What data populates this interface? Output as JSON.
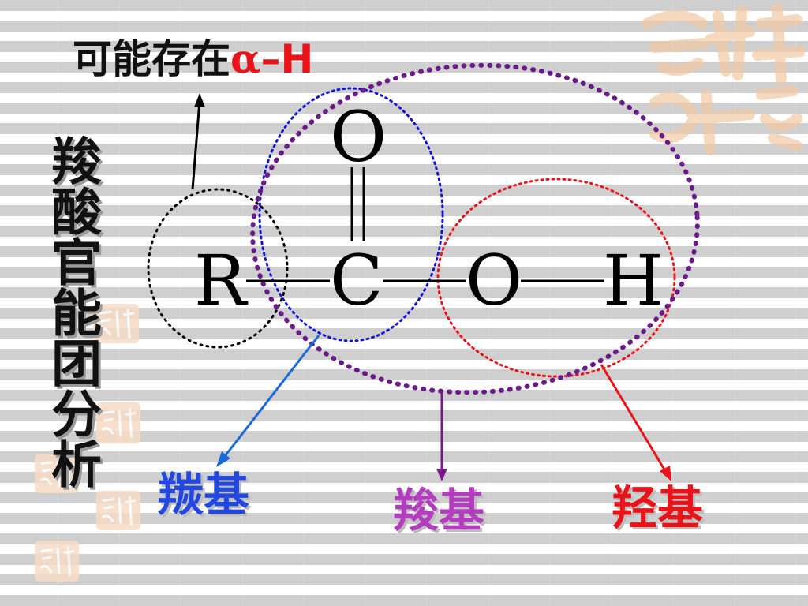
{
  "header": {
    "prefix": "可能存在",
    "alpha": "α",
    "dash": "–",
    "h": "H"
  },
  "side_title": "羧酸官能团分析",
  "molecule": {
    "r": "R",
    "o_top": "O",
    "c": "C",
    "o": "O",
    "h": "H"
  },
  "labels": {
    "carbonyl": "羰基",
    "carboxyl": "羧基",
    "hydroxyl": "羟基"
  },
  "colors": {
    "black_circle": "#000000",
    "blue": "#1414d8",
    "purple": "#6b1a8a",
    "red": "#e8141a",
    "carbonyl_label": "#2248e0",
    "carboxyl_label": "#b43dbf",
    "hydroxyl_label": "#e8141a",
    "alpha_red": "#e8141a"
  }
}
